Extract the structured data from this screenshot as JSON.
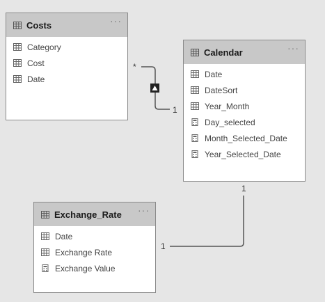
{
  "tables": {
    "costs": {
      "title": "Costs",
      "more": "···",
      "fields": [
        {
          "name": "Category",
          "icon": "table-column-icon"
        },
        {
          "name": "Cost",
          "icon": "table-column-icon"
        },
        {
          "name": "Date",
          "icon": "table-column-icon"
        }
      ]
    },
    "calendar": {
      "title": "Calendar",
      "more": "···",
      "fields": [
        {
          "name": "Date",
          "icon": "table-column-icon"
        },
        {
          "name": "DateSort",
          "icon": "table-column-icon"
        },
        {
          "name": "Year_Month",
          "icon": "table-column-icon"
        },
        {
          "name": "Day_selected",
          "icon": "calculator-icon"
        },
        {
          "name": "Month_Selected_Date",
          "icon": "calculator-icon"
        },
        {
          "name": "Year_Selected_Date",
          "icon": "calculator-icon"
        }
      ]
    },
    "exchange_rate": {
      "title": "Exchange_Rate",
      "more": "···",
      "fields": [
        {
          "name": "Date",
          "icon": "table-column-icon"
        },
        {
          "name": "Exchange Rate",
          "icon": "table-column-icon"
        },
        {
          "name": "Exchange Value",
          "icon": "calculator-icon"
        }
      ]
    }
  },
  "relationships": {
    "costs_calendar": {
      "from_cardinality": "*",
      "to_cardinality": "1"
    },
    "calendar_exchange": {
      "from_cardinality": "1",
      "to_cardinality": "1"
    }
  },
  "colors": {
    "canvas": "#e6e6e6",
    "header": "#c8c8c8",
    "border": "#8a8a8a",
    "line": "#555555"
  }
}
